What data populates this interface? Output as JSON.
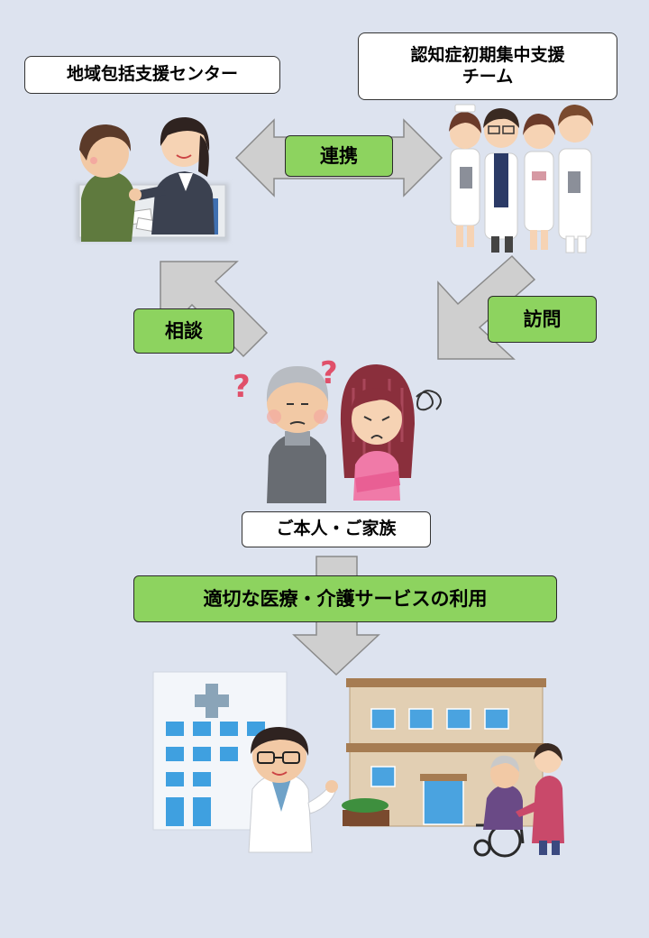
{
  "labels": {
    "center": "地域包括支援センター",
    "team_line1": "認知症初期集中支援",
    "team_line2": "チーム",
    "renkei": "連携",
    "soudan": "相談",
    "houmon": "訪問",
    "family": "ご本人・ご家族",
    "services": "適切な医療・介護サービスの利用"
  },
  "colors": {
    "background": "#dde3ef",
    "arrow_fill": "#cfcfcf",
    "arrow_stroke": "#8a8a8a",
    "green_box": "#8dd35f",
    "white_box": "#ffffff"
  }
}
